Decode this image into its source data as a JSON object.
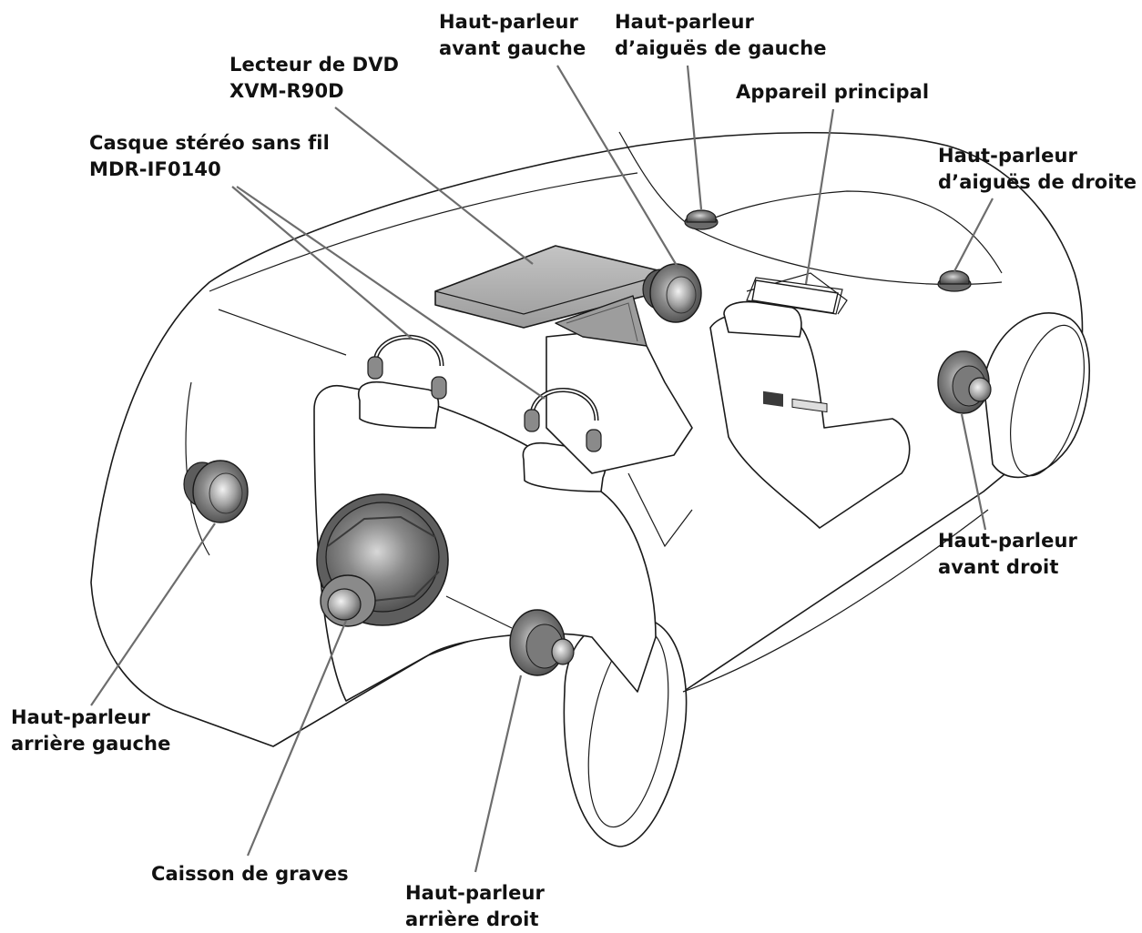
{
  "labels": {
    "rear_left": [
      "Haut-parleur",
      "arrière gauche"
    ],
    "headphones": [
      "Casque stéréo sans fil",
      "MDR-IF0140"
    ],
    "dvd": [
      "Lecteur de DVD",
      "XVM-R90D"
    ],
    "front_left": [
      "Haut-parleur",
      "avant gauche"
    ],
    "tweeter_left": [
      "Haut-parleur",
      "d’aiguës de gauche"
    ],
    "main_unit": [
      "Appareil principal"
    ],
    "tweeter_right": [
      "Haut-parleur",
      "d’aiguës de droite"
    ],
    "front_right": [
      "Haut-parleur",
      "avant droit"
    ],
    "subwoofer": [
      "Caisson de graves"
    ],
    "rear_right": [
      "Haut-parleur",
      "arrière droit"
    ]
  },
  "colors": {
    "outline": "#1a1a1a",
    "leader": "#6d6d6d",
    "speaker_fill": "#8f8f8f",
    "dvd_fill": "#b9b9b9"
  }
}
